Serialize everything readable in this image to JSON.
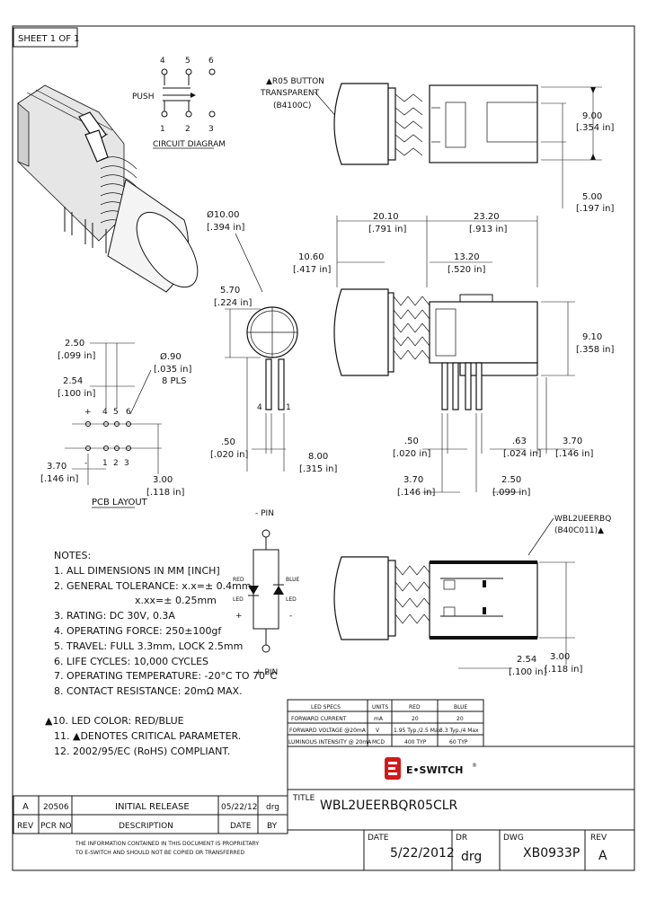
{
  "sheet_label": "SHEET 1 OF 1",
  "circuit": {
    "title": "CIRCUIT DIAGRAM",
    "push_label": "PUSH",
    "top_pins": [
      "4",
      "5",
      "6"
    ],
    "bottom_pins": [
      "1",
      "2",
      "3"
    ]
  },
  "button_note": {
    "line1": "▲R05 BUTTON",
    "line2": "TRANSPARENT",
    "line3": "(B4100C)"
  },
  "top_view_dims": {
    "d_900": "9.00",
    "d_900_in": "[.354 in]",
    "d_500": "5.00",
    "d_500_in": "[.197 in]"
  },
  "side_dims": {
    "d_2010": "20.10",
    "d_2010_in": "[.791 in]",
    "d_2320": "23.20",
    "d_2320_in": "[.913 in]",
    "d_1060": "10.60",
    "d_1060_in": "[.417 in]",
    "d_1320": "13.20",
    "d_1320_in": "[.520 in]",
    "d_910": "9.10",
    "d_910_in": "[.358 in]",
    "d_050": ".50",
    "d_050_in": "[.020 in]",
    "d_063": ".63",
    "d_063_in": "[.024 in]",
    "d_370": "3.70",
    "d_370_in": "[.146 in]",
    "d_370b": "3.70",
    "d_370b_in": "[.146 in]",
    "d_250": "2.50",
    "d_250_in": "[.099 in]"
  },
  "front_dims": {
    "dia": "Ø10.00",
    "dia_in": "[.394 in]",
    "d_570": "5.70",
    "d_570_in": "[.224 in]",
    "pin4": "4",
    "pin1": "1",
    "d_050": ".50",
    "d_050_in": "[.020 in]",
    "d_800": "8.00",
    "d_800_in": "[.315 in]"
  },
  "pcb": {
    "title": "PCB LAYOUT",
    "d_250": "2.50",
    "d_250_in": "[.099 in]",
    "d_254": "2.54",
    "d_254_in": "[.100 in]",
    "d_090": "Ø.90",
    "d_090_in": "[.035 in]",
    "places": "8 PLS",
    "d_370": "3.70",
    "d_370_in": "[.146 in]",
    "d_300": "3.00",
    "d_300_in": "[.118 in]",
    "top_labels": [
      "+",
      "4",
      "5",
      "6"
    ],
    "bottom_labels": [
      "-",
      "1",
      "2",
      "3"
    ]
  },
  "notes": {
    "title": "NOTES:",
    "items": [
      "1. ALL DIMENSIONS IN MM [INCH]",
      "2. GENERAL TOLERANCE: x.x=± 0.4mm",
      "x.xx=± 0.25mm",
      "3. RATING: DC 30V, 0.3A",
      "4. OPERATING FORCE: 250±100gf",
      "5. TRAVEL: FULL 3.3mm, LOCK 2.5mm",
      "6. LIFE CYCLES: 10,000 CYCLES",
      "7. OPERATING TEMPERATURE: -20°C TO 70°C",
      "8. CONTACT RESISTANCE: 20mΩ MAX.",
      "▲10. LED COLOR: RED/BLUE",
      "11. ▲DENOTES CRITICAL PARAMETER.",
      "12. 2002/95/EC (RoHS) COMPLIANT."
    ]
  },
  "led_schematic": {
    "minus_pin": "- PIN",
    "plus_pin": "+ PIN",
    "red": "RED",
    "blue": "BLUE",
    "led": "LED",
    "plus": "+",
    "minus": "-"
  },
  "bottom_note": {
    "line1": "WBL2UEERBQ",
    "line2": "(B40C011)▲"
  },
  "bottom_view_dims": {
    "d_254": "2.54",
    "d_254_in": "[.100 in]",
    "d_300": "3.00",
    "d_300_in": "[.118 in]"
  },
  "led_specs": {
    "headers": [
      "LED SPECS",
      "UNITS",
      "RED",
      "BLUE"
    ],
    "rows": [
      [
        "FORWARD CURRENT",
        "mA",
        "20",
        "20"
      ],
      [
        "FORWARD VOLTAGE @20mA",
        "V",
        "1.95 Typ./2.5 Max",
        "3.3 Typ./4 Max"
      ],
      [
        "LUMINOUS INTENSITY @ 20mA",
        "MCD",
        "400 TYP",
        "60 TYP"
      ]
    ]
  },
  "logo": {
    "text": "E•SWITCH",
    "mark": "®"
  },
  "title_block": {
    "title_label": "TITLE",
    "title_value": "WBL2UEERBQR05CLR",
    "date_label": "DATE",
    "date_value": "5/22/2012",
    "dr_label": "DR",
    "dr_value": "drg",
    "dwg_label": "DWG",
    "dwg_value": "XB0933P",
    "rev_label": "REV",
    "rev_value": "A"
  },
  "revision": {
    "headers": [
      "REV",
      "PCR NO",
      "DESCRIPTION",
      "DATE",
      "BY"
    ],
    "row": [
      "A",
      "20506",
      "INITIAL RELEASE",
      "05/22/12",
      "drg"
    ]
  },
  "confidential": {
    "line1": "THE INFORMATION CONTAINED IN THIS DOCUMENT IS PROPRIETARY",
    "line2": "TO E-SWITCH AND SHOULD NOT BE COPIED OR TRANSFERRED"
  }
}
